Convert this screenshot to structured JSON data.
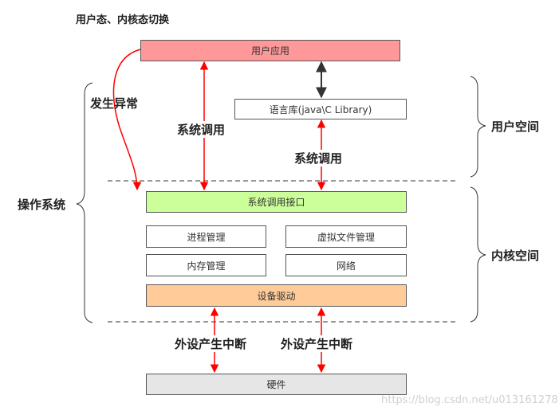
{
  "title": "用户态、内核态切换",
  "boxes": {
    "user_app": "用户应用",
    "lang_lib": "语言库(java\\C Library)",
    "syscall_interface": "系统调用接口",
    "process_mgmt": "进程管理",
    "vfs_mgmt": "虚拟文件管理",
    "memory_mgmt": "内存管理",
    "network": "网络",
    "device_driver": "设备驱动",
    "hardware": "硬件"
  },
  "labels": {
    "exception": "发生异常",
    "syscall_left": "系统调用",
    "syscall_right": "系统调用",
    "os": "操作系统",
    "user_space": "用户空间",
    "kernel_space": "内核空间",
    "interrupt_left": "外设产生中断",
    "interrupt_right": "外设产生中断"
  },
  "watermark": "https://blog.csdn.net/u013161278",
  "colors": {
    "user_app": "#ff9999",
    "syscall_interface": "#ccff99",
    "device_driver": "#ffcc99",
    "hardware": "#e6e6e6",
    "arrow_red": "#ff0000",
    "arrow_dark": "#333333"
  }
}
